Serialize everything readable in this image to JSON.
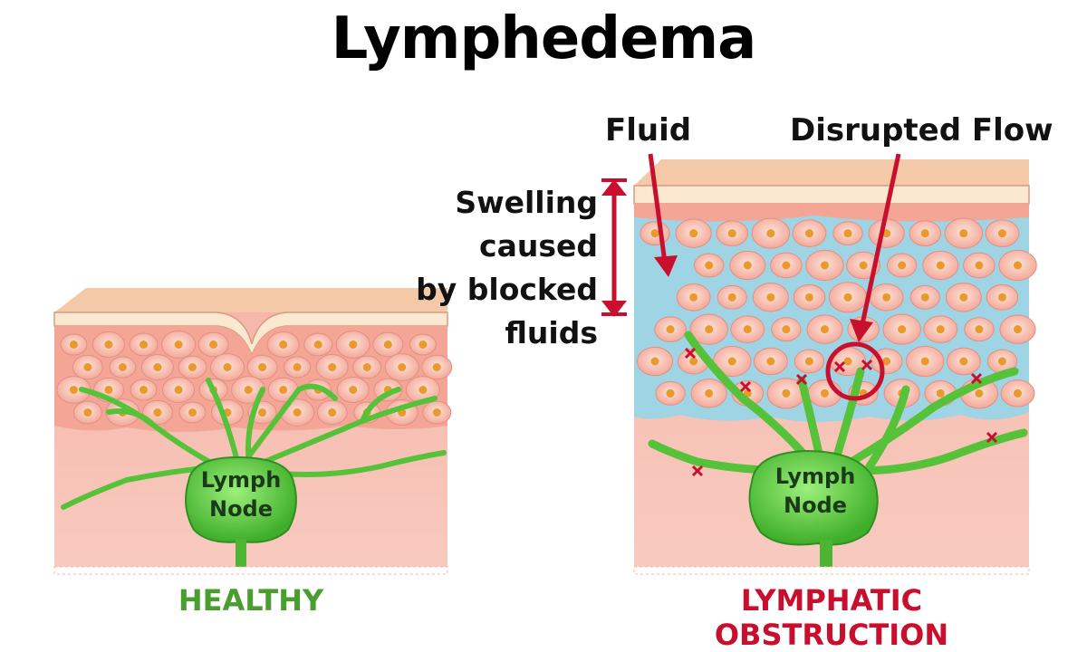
{
  "title": "Lymphedema",
  "labels": {
    "fluid": "Fluid",
    "disrupted_flow": "Disrupted Flow",
    "swelling_line1": "Swelling caused",
    "swelling_line2": "by blocked fluids"
  },
  "panels": {
    "healthy": {
      "node_line1": "Lymph",
      "node_line2": "Node",
      "caption": "HEALTHY"
    },
    "obstruction": {
      "node_line1": "Lymph",
      "node_line2": "Node",
      "caption": "LYMPHATIC OBSTRUCTION"
    }
  },
  "colors": {
    "healthy_caption": "#4a9e2f",
    "obstruction_caption": "#c8102e",
    "arrow_red": "#c8102e",
    "skin_top": "#f7dcc4",
    "tissue": "#f6b4a8",
    "fluid_blue": "#8fd3e6",
    "lymph_green": "#5ecb3c"
  }
}
